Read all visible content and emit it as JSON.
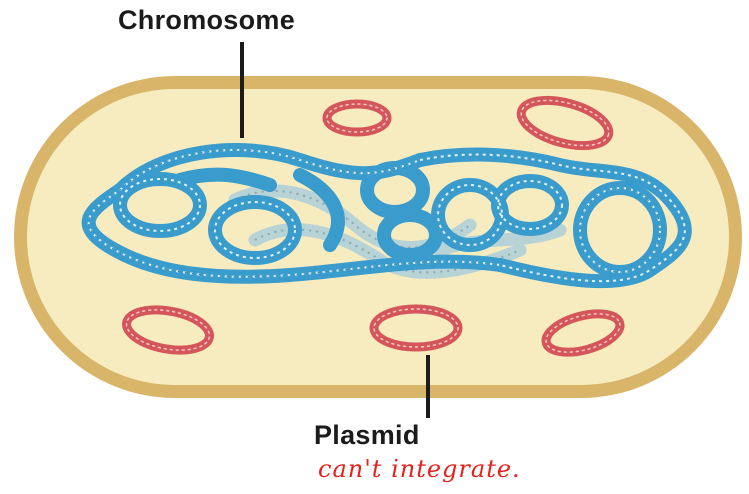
{
  "labels": {
    "chromosome": "Chromosome",
    "plasmid": "Plasmid"
  },
  "annotation": {
    "handwritten_note": "can't integrate."
  },
  "colors": {
    "cell_wall": "#d9b56a",
    "cytoplasm": "#f7ecc0",
    "chromosome": "#3a9ccc",
    "chromosome_faded": "#9ec4cc",
    "plasmid": "#d4565a",
    "annotation_ink": "#e8201c"
  }
}
